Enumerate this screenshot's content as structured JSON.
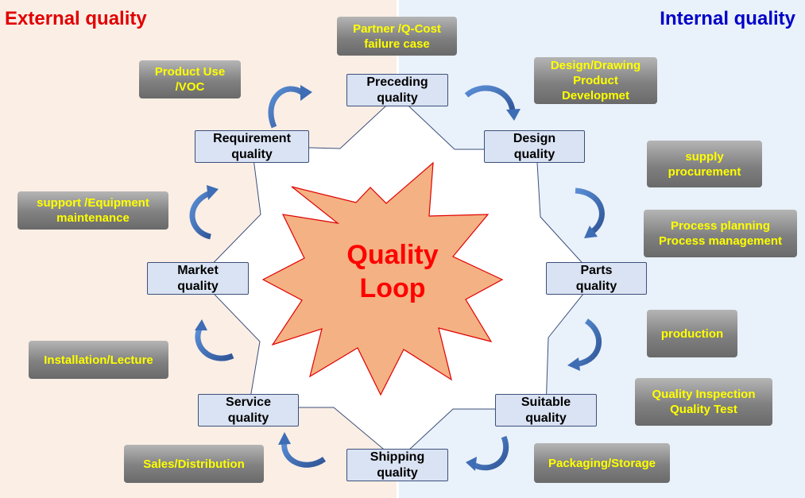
{
  "headings": {
    "external": "External quality",
    "internal": "Internal quality"
  },
  "center": {
    "line1": "Quality",
    "line2": "Loop"
  },
  "nodes": {
    "preceding": "Preceding\nquality",
    "design": "Design\nquality",
    "parts": "Parts\nquality",
    "suitable": "Suitable\nquality",
    "shipping": "Shipping\nquality",
    "service": "Service\nquality",
    "market": "Market\nquality",
    "requirement": "Requirement\nquality"
  },
  "notes": {
    "partner_qcost": "Partner /Q-Cost\nfailure case",
    "design_drawing": "Design/Drawing\nProduct\nDevelopmet",
    "supply": "supply\nprocurement",
    "process": "Process planning\nProcess management",
    "production": "production",
    "inspection": "Quality Inspection\nQuality Test",
    "packaging": "Packaging/Storage",
    "sales": "Sales/Distribution",
    "installation": "Installation/Lecture",
    "support": "support /Equipment\nmaintenance",
    "product_use": "Product Use\n/VOC"
  },
  "colors": {
    "external_heading": "#e00000",
    "internal_heading": "#0000c8",
    "node_fill": "#dae3f3",
    "note_text": "#ffff00",
    "star_fill": "#f4b183",
    "star_stroke": "#e00000",
    "arrow": "#4472c4",
    "center_text": "#ff0000"
  }
}
